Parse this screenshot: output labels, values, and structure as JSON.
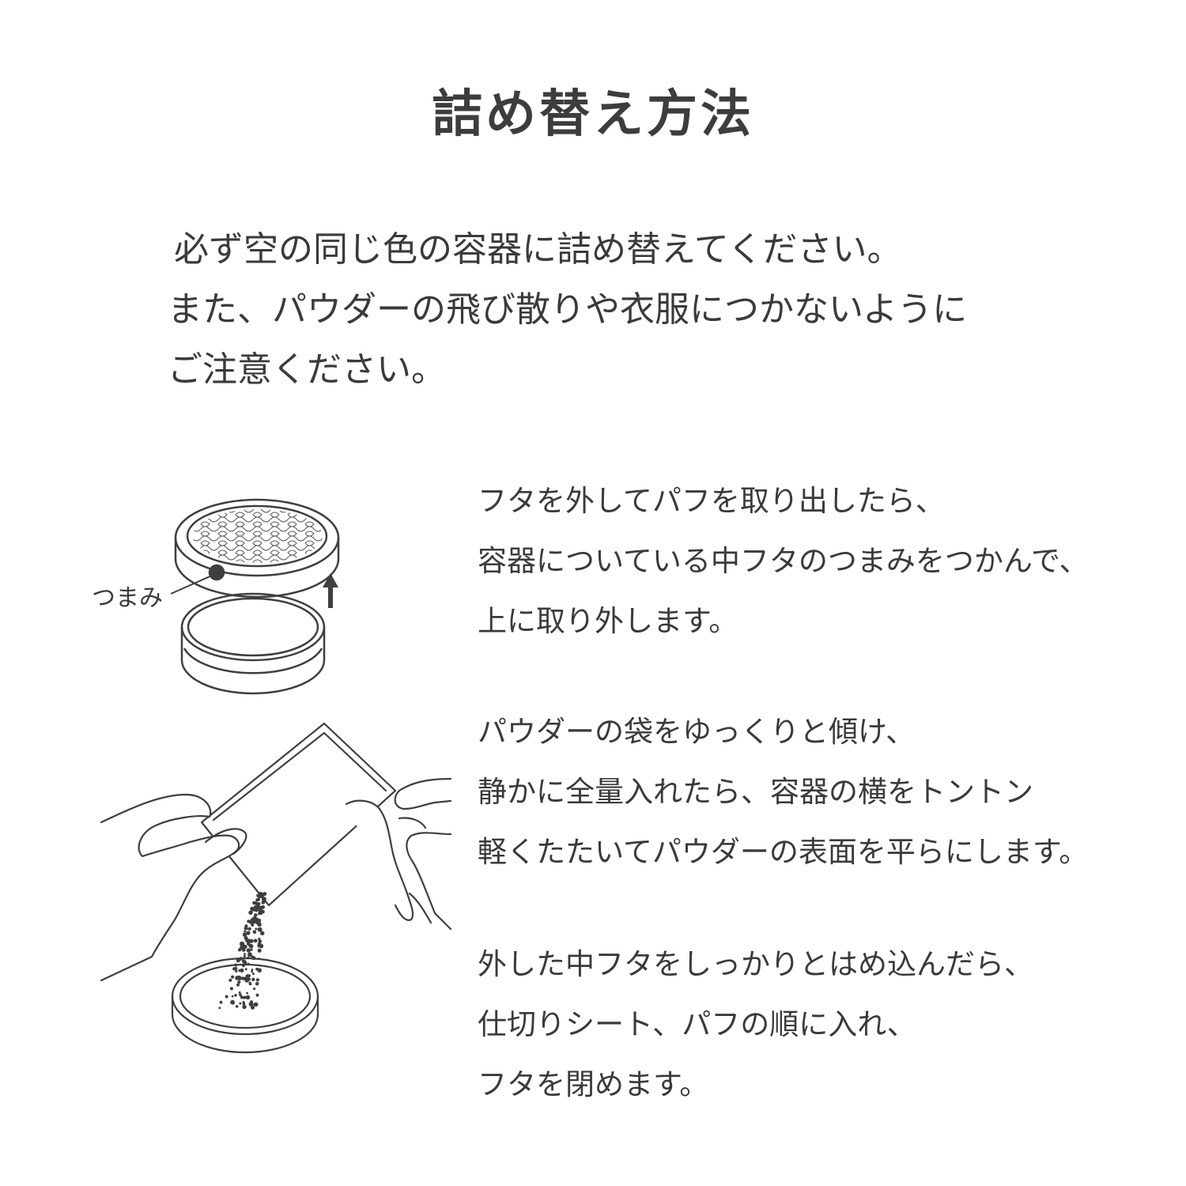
{
  "title": "詰め替え方法",
  "intro": {
    "lines": [
      "必ず空の同じ色の容器に詰め替えてください。",
      "また、パウダーの飛び散りや衣服につかないように",
      "ご注意ください。"
    ]
  },
  "steps": [
    {
      "lines": [
        "フタを外してパフを取り出したら、",
        "容器についている中フタのつまみをつかんで、",
        "上に取り外します。"
      ]
    },
    {
      "lines": [
        "パウダーの袋をゆっくりと傾け、",
        "静かに全量入れたら、容器の横をトントン",
        "軽くたたいてパウダーの表面を平らにします。"
      ]
    },
    {
      "lines": [
        "外した中フタをしっかりとはめ込んだら、",
        "仕切りシート、パフの順に入れ、",
        "フタを閉めます。"
      ]
    }
  ],
  "illustration_top": {
    "callout": "つまみ",
    "icon": "up-arrow-icon"
  },
  "illustration_bottom": {
    "icon": "pour-powder-icon"
  },
  "colors": {
    "text": "#3a3a3a",
    "line_art": "#3f3f3f",
    "background": "#ffffff"
  }
}
